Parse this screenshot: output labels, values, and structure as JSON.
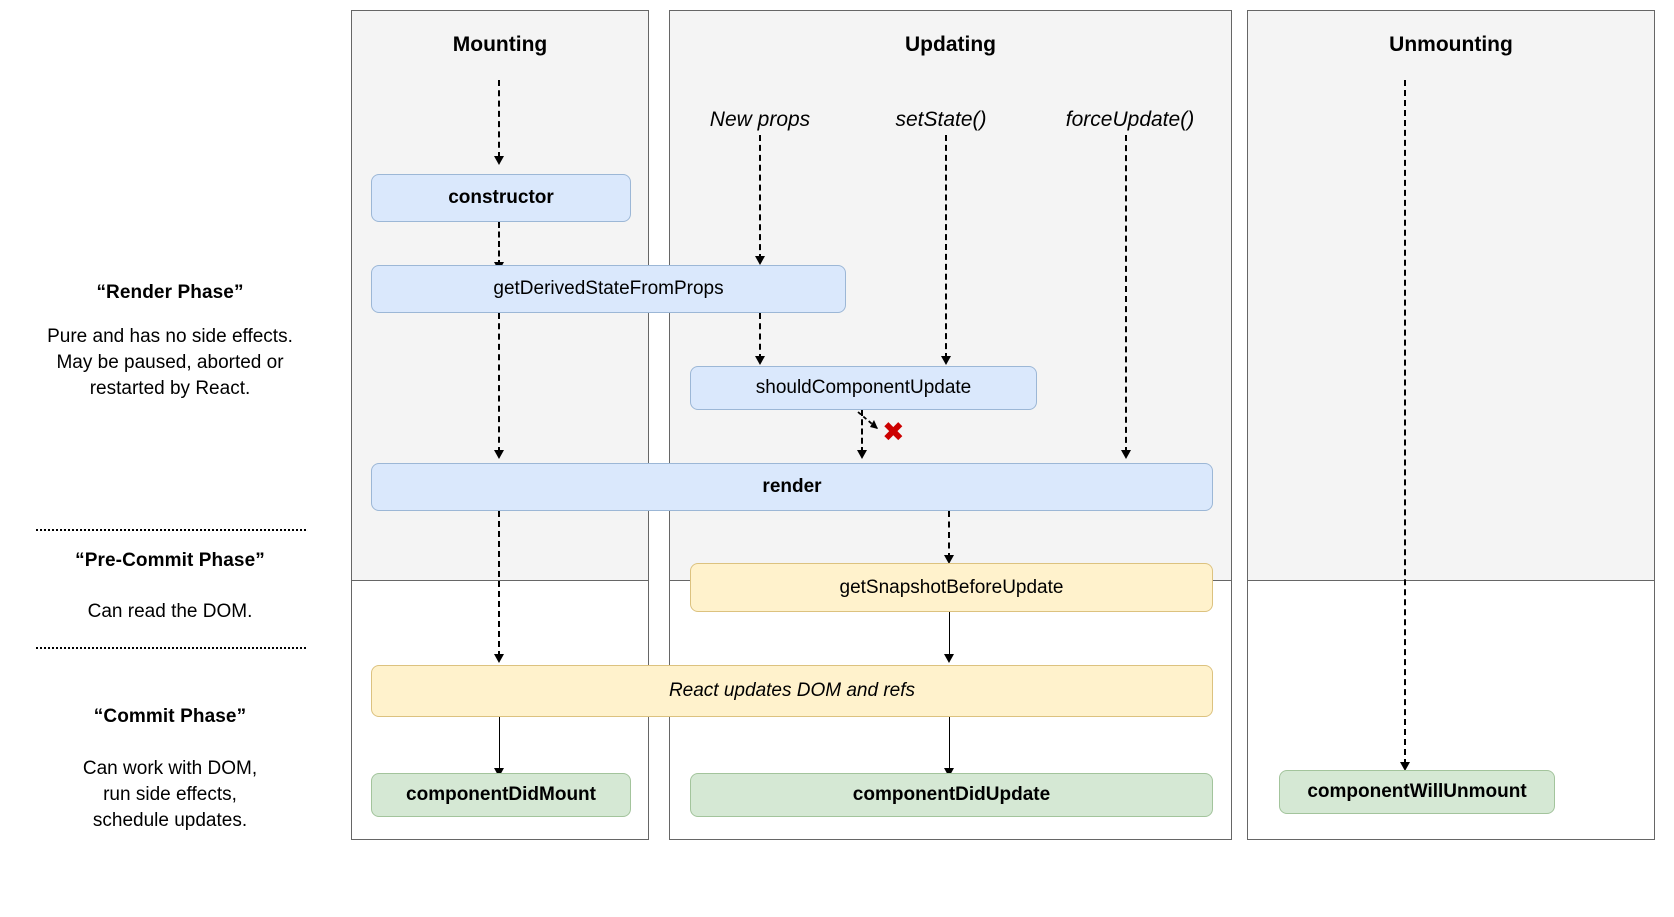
{
  "diagram": {
    "title": "React component lifecycle",
    "palette": {
      "render_phase_fill": "#dae8fc",
      "render_phase_border": "#9cb7d6",
      "pre_commit_fill": "#fff2cc",
      "pre_commit_border": "#dcc27f",
      "commit_fill": "#d5e8d4",
      "commit_border": "#a3c49c",
      "panel_shade": "#f4f4f4",
      "panel_border": "#666666",
      "x_mark_color": "#cc0000"
    }
  },
  "legend": {
    "render_phase": {
      "title": "“Render Phase”",
      "body": "Pure and has no side effects.\nMay be paused, aborted or\nrestarted by React."
    },
    "pre_commit_phase": {
      "title": "“Pre-Commit Phase”",
      "body": "Can read the DOM."
    },
    "commit_phase": {
      "title": "“Commit Phase”",
      "body": "Can work with DOM,\nrun side effects,\nschedule updates."
    }
  },
  "columns": [
    {
      "id": "mounting",
      "label": "Mounting"
    },
    {
      "id": "updating",
      "label": "Updating"
    },
    {
      "id": "unmounting",
      "label": "Unmounting"
    }
  ],
  "triggers": [
    {
      "id": "new-props",
      "label": "New props"
    },
    {
      "id": "set-state",
      "label": "setState()"
    },
    {
      "id": "force-update",
      "label": "forceUpdate()"
    }
  ],
  "nodes": {
    "constructor": {
      "label": "constructor",
      "phase": "render",
      "emphasis": "bold"
    },
    "get_derived_state_from_props": {
      "label": "getDerivedStateFromProps",
      "phase": "render",
      "emphasis": "normal"
    },
    "should_component_update": {
      "label": "shouldComponentUpdate",
      "phase": "render",
      "emphasis": "normal"
    },
    "render": {
      "label": "render",
      "phase": "render",
      "emphasis": "bold"
    },
    "get_snapshot_before_update": {
      "label": "getSnapshotBeforeUpdate",
      "phase": "pre-commit",
      "emphasis": "normal"
    },
    "react_updates_dom": {
      "label": "React updates DOM and refs",
      "phase": "commit",
      "emphasis": "italic"
    },
    "component_did_mount": {
      "label": "componentDidMount",
      "phase": "commit",
      "emphasis": "bold"
    },
    "component_did_update": {
      "label": "componentDidUpdate",
      "phase": "commit",
      "emphasis": "bold"
    },
    "component_will_unmount": {
      "label": "componentWillUnmount",
      "phase": "commit",
      "emphasis": "bold"
    }
  },
  "annotations": {
    "skip_render_x": "✖"
  }
}
